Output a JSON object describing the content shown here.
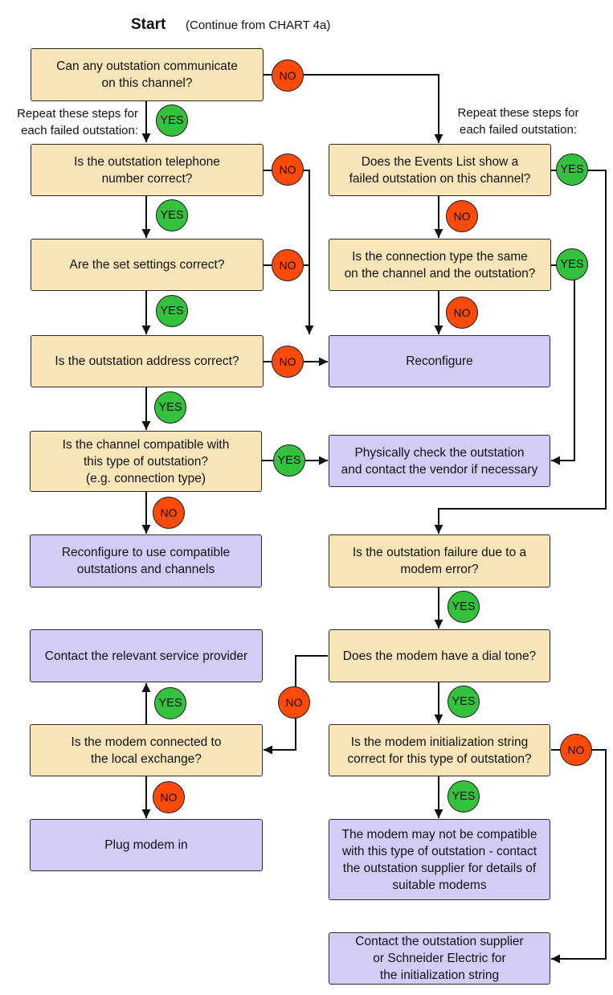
{
  "header": {
    "start": "Start",
    "continue": "(Continue from CHART 4a)"
  },
  "notes": {
    "repeat_left": "Repeat these steps for\neach failed outstation:",
    "repeat_right": "Repeat these steps for\neach failed outstation:"
  },
  "nodes": {
    "q_communicate": "Can any outstation communicate\non this channel?",
    "q_phone": "Is the outstation telephone\nnumber correct?",
    "q_settings": "Are the set settings correct?",
    "q_address": "Is the outstation address correct?",
    "q_compatible": "Is the channel compatible with\nthis type of outstation?\n(e.g. connection type)",
    "a_reconfigure_compat": "Reconfigure to use compatible\noutstations and channels",
    "a_contact_provider": "Contact the relevant service provider",
    "q_modem_connected": "Is the modem connected to\nthe local exchange?",
    "a_plug_modem": "Plug modem in",
    "q_events_list": "Does the Events List show a\nfailed outstation on this channel?",
    "q_connection_type": "Is the connection type the same\non the channel and the outstation?",
    "a_reconfigure": "Reconfigure",
    "a_physically_check": "Physically check the outstation\nand contact the vendor if necessary",
    "q_modem_error": "Is the outstation failure due to a\nmodem error?",
    "q_dial_tone": "Does the modem have a dial tone?",
    "q_init_string": "Is the modem initialization string\ncorrect for this type of outstation?",
    "a_modem_incompatible": "The modem may not be compatible\nwith this type of outstation - contact\nthe outstation supplier for details of\nsuitable modems",
    "a_contact_supplier": "Contact the outstation supplier\nor Schneider Electric for\nthe initialization string"
  },
  "labels": {
    "yes": "YES",
    "no": "NO"
  },
  "colors": {
    "question_fill": "#f8e6b8",
    "action_fill": "#d2cdf7",
    "yes_fill": "#34c13d",
    "no_fill": "#fb4a0a"
  }
}
